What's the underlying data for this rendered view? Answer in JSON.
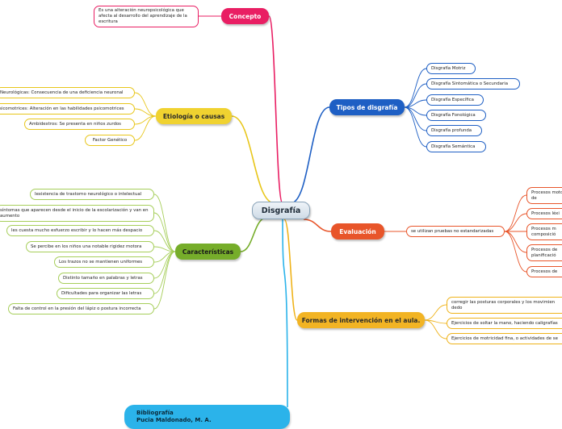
{
  "center": {
    "label": "Disgrafía"
  },
  "concepto": {
    "label": "Concepto",
    "items": [
      "Es una alteración neuropsicológica que afecta al desarrollo del aprendizaje de la escritura"
    ]
  },
  "tipos": {
    "label": "Tipos de disgrafía",
    "items": [
      "Disgrafía Motriz",
      "Disgrafía Sintomática o Secundaria",
      "Disgrafía Específica",
      "Disgrafía Fonológica",
      "Disgrafía profunda",
      "Disgrafía Semántica"
    ]
  },
  "etiologia": {
    "label": "Etiología o causas",
    "items": [
      "Neurológicas: Consecuencia de una deficiencia neuronal",
      "Psicomotrices: Alteración en las habilidades psicomotrices",
      "Ambidextros: Se presenta en niños zurdos",
      "Factor Genético"
    ]
  },
  "evaluacion": {
    "label": "Evaluación",
    "sub": "se utilizan pruebas no estandarizadas",
    "items": [
      "Procesos motores de",
      "Procesos léxi",
      "Procesos m composició",
      "Procesos de planificació",
      "Procesos de"
    ]
  },
  "caracteristicas": {
    "label": "Características",
    "items": [
      "Iexistencia de trastorno neurológico o intelectual",
      "síntomas que aparecen desde el inicio de la escolarización y van en aumento",
      "les cuesta mucho esfuerzo escribir y lo hacen más despacio",
      "Se percibe en los niños una notable rigidez motora",
      "Los trazos no se mantienen uniformes",
      "Distinto tamaño en palabras y letras",
      "Dificultades para organizar las letras",
      "Falta de control en la presión del lápiz o postura incorrecta"
    ]
  },
  "intervencion": {
    "label": "Formas de intervención en el aula.",
    "items": [
      "corregir las posturas corporales y los movimien dedo",
      "Ejercicios de soltar la mano, haciendo caligrafías",
      "Ejercicios de motricidad fina, o actividades de se"
    ]
  },
  "bibliografia": {
    "label": "Bibliografía",
    "sub": "Pucia Maldonado, M. A."
  },
  "colors": {
    "concepto": "#e91e63",
    "tipos": "#1e5fc4",
    "etiologia": "#e8c61a",
    "evaluacion": "#e8552a",
    "caracteristicas": "#76ad2a",
    "intervencion": "#efb31a",
    "bibliografia": "#2bb3ea"
  }
}
